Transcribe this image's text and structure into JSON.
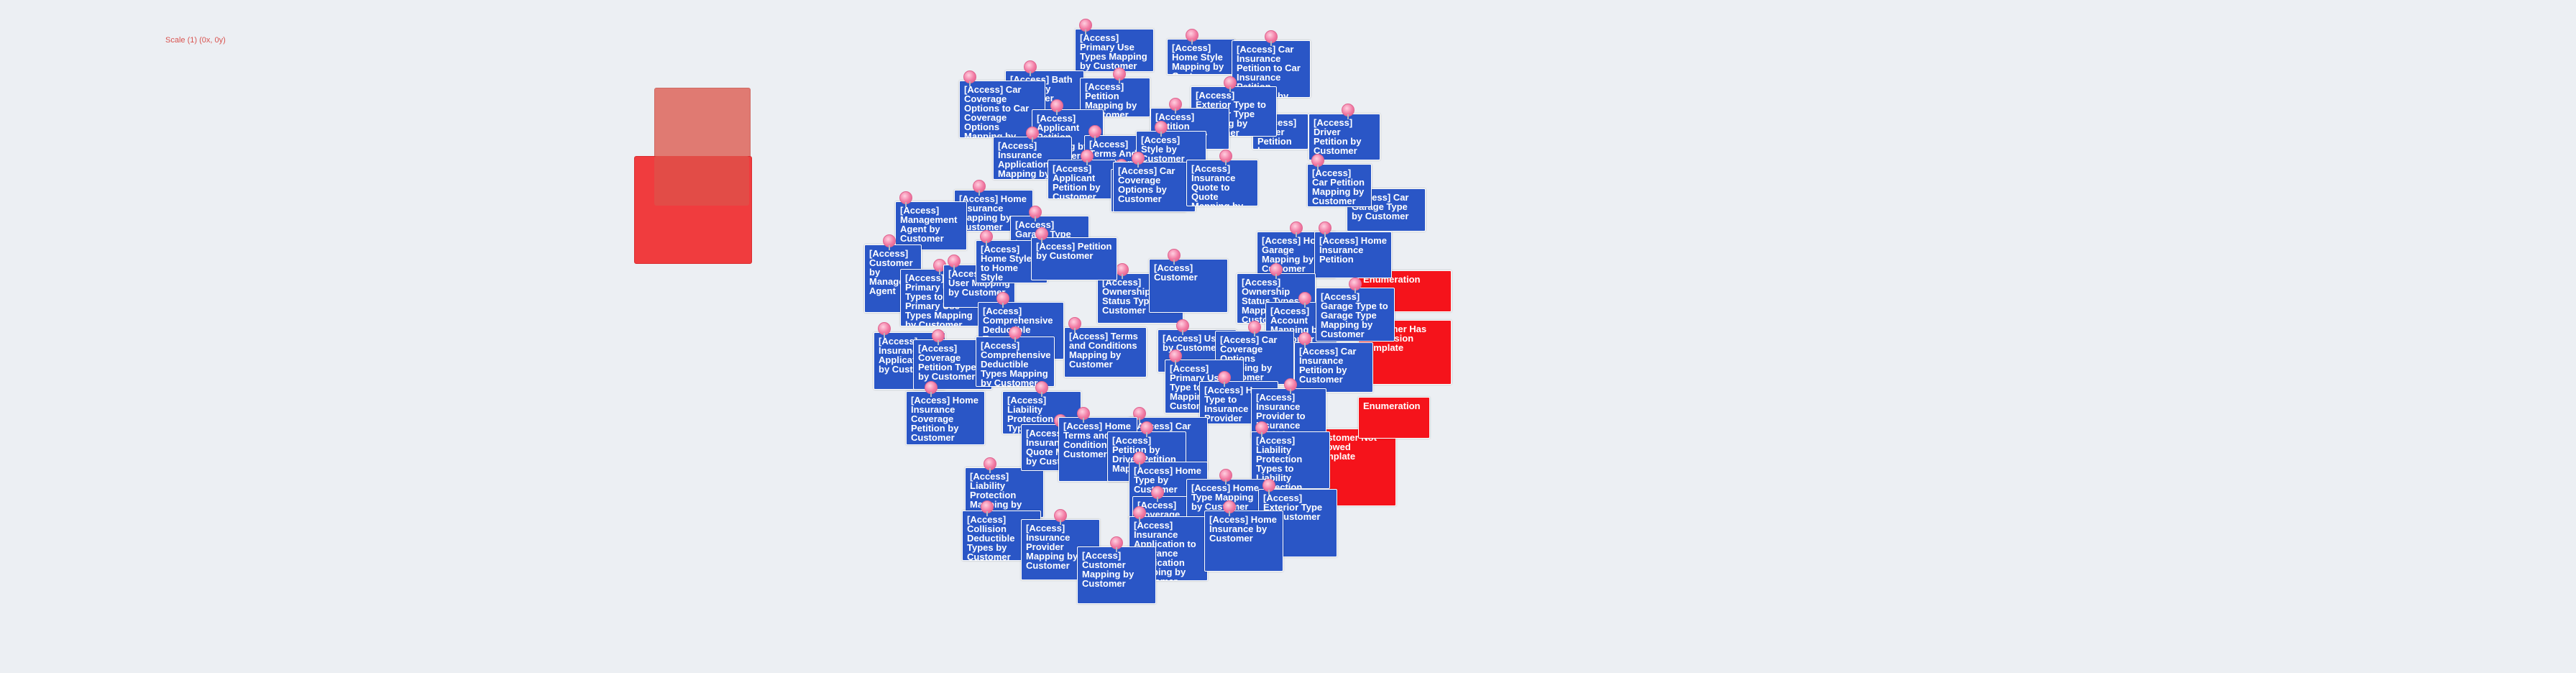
{
  "scale_label": "Scale (1) (0x, 0y)",
  "nodes": [
    "[Access] Primary Use Types Mapping by Customer",
    "[Access] Home Style Mapping by Customer",
    "[Access] Car Insurance Petition to Car Insurance Petition Mapping by Customer",
    "[Access] Driver Petition by Customer",
    "[Access] Bath Count by Customer",
    "[Access] Petition Mapping by Customer",
    "[Access] Car Coverage Options to Car Coverage Options Mapping by Customer",
    "[Access] Applicant Petition Mapping by Customer",
    "[Access] Exterior Type to Exterior Type Mapping by Customer",
    "[Access] Car Garage Type by Customer",
    "[Access] Petition Mapping by Customer",
    "[Access] Insurance Application Mapping by Customer",
    "[Access] Terms And Conditions by Customer",
    "[Access] Style by Customer",
    "[Access] Driver Petition by Customer",
    "[Access] Car Petition Mapping by Customer",
    "[Access] Home Insurance Mapping by Customer",
    "[Access] Applicant Petition by Customer",
    "[Access] Insurance Quote Mapping by Customer",
    "[Access] Car Coverage Options by Customer",
    "[Access] Insurance Quote to Quote Mapping by Customer",
    "[Access] Management Agent by Customer",
    "[Access] Garage Type by Customer",
    "[Access] Home Garage Mapping by Customer",
    "[Access] Home Insurance Petition",
    "[Access] Customer by Management Agent",
    "[Access] Primary Use Types to Primary Use Types Mapping by Customer",
    "[Access] User Mapping by Customer",
    "[Access] Ownership Status Type by Customer",
    "[Access] Ownership Status Types Mapping by Customer",
    "[Access] Home Style to Home Style Mapping by Customer",
    "[Access] Comprehensive Deductible Types by Customer",
    "[Access] Account Mapping by Customer",
    "[Access] Petition by Customer",
    "[Access] Customer",
    "[Access] Garage Type to Garage Type Mapping by Customer",
    "[Access] Insurance Application by Customer",
    "[Access] Coverage Petition Types by Customer",
    "[Access] Comprehensive Deductible Types Mapping by Customer",
    "[Access] Terms and Conditions Mapping by Customer",
    "[Access] User by Customer",
    "[Access] Car Coverage Options Mapping by Customer",
    "[Access] Car Insurance Petition by Customer",
    "[Access] Home Insurance Coverage Petition by Customer",
    "[Access] Liability Protection Type",
    "[Access] Primary Use Type to Type Mapping by Customer",
    "[Access] Home Type to Insurance Provider Mapping",
    "[Access] Insurance Provider to Insurance Provider Mapping",
    "[Access] Liability Protection Types to Liability Protection Types Mapping by Customer",
    "[Access] Liability Protection Mapping by Customer",
    "[Access] Insurance Quote Mapping by Customer",
    "[Access] Car Insurance Quote by Customer",
    "[Access] Home Terms and Conditions by Customer",
    "[Access] Petition by Driver Petition Mapping",
    "[Access] Home Type by Customer",
    "[Access] Coverage Petition Mapping to Car Insurance Petition",
    "[Access] Home Type Mapping by Customer",
    "[Access] Exterior Type by Customer",
    "[Access] Collision Deductible Types by Customer",
    "[Access] Insurance Provider Mapping by Customer",
    "[Access] Insurance Application to Insurance Application Mapping by Customer",
    "[Access] Home Insurance by Customer",
    "[Access] Customer Mapping by Customer"
  ],
  "red_nodes": [
    "Enumeration",
    "Customer Has Permission Template",
    "Enumeration",
    "Customer Not Allowed Template"
  ],
  "colors": {
    "node": "#2a56c6",
    "red_node": "#f5131b",
    "background": "#eceff3"
  }
}
